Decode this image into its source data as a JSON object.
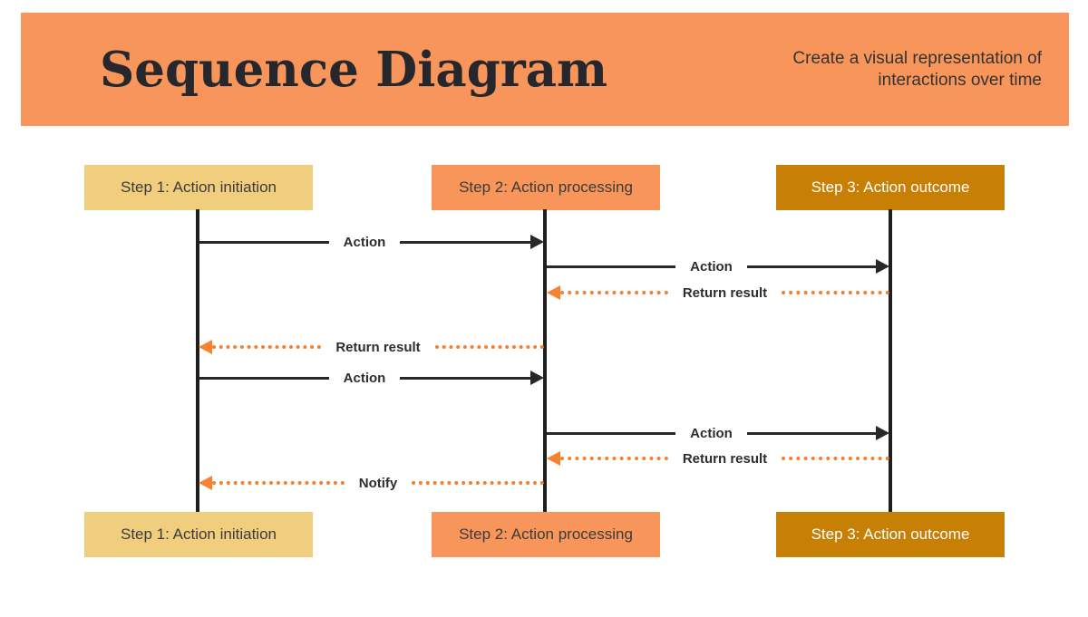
{
  "header": {
    "title": "Sequence Diagram",
    "subtitle_lines": [
      "Create a visual representation of",
      "interactions over time"
    ],
    "background_color": "#F8955A",
    "title_color": "#26272C"
  },
  "diagram": {
    "actors": [
      {
        "id": "step1",
        "label": "Step 1: Action initiation",
        "fill": "#F0CE7D",
        "text_color": "#3B3B3B"
      },
      {
        "id": "step2",
        "label": "Step 2: Action processing",
        "fill": "#F8955A",
        "text_color": "#3B3B3B"
      },
      {
        "id": "step3",
        "label": "Step 3: Action outcome",
        "fill": "#C87F06",
        "text_color": "#FFFFFF"
      }
    ],
    "messages": [
      {
        "label": "Action",
        "from": "step1",
        "to": "step2",
        "style": "solid",
        "color": "#28282B"
      },
      {
        "label": "Action",
        "from": "step2",
        "to": "step3",
        "style": "solid",
        "color": "#28282B"
      },
      {
        "label": "Return result",
        "from": "step3",
        "to": "step2",
        "style": "dotted",
        "color": "#F87E2B"
      },
      {
        "label": "Return result",
        "from": "step2",
        "to": "step1",
        "style": "dotted",
        "color": "#F87E2B"
      },
      {
        "label": "Action",
        "from": "step1",
        "to": "step2",
        "style": "solid",
        "color": "#28282B"
      },
      {
        "label": "Action",
        "from": "step2",
        "to": "step3",
        "style": "solid",
        "color": "#28282B"
      },
      {
        "label": "Return result",
        "from": "step3",
        "to": "step2",
        "style": "dotted",
        "color": "#F87E2B"
      },
      {
        "label": "Notify",
        "from": "step2",
        "to": "step1",
        "style": "dotted",
        "color": "#F87E2B"
      }
    ],
    "lifeline_color": "#1E1E1E"
  }
}
